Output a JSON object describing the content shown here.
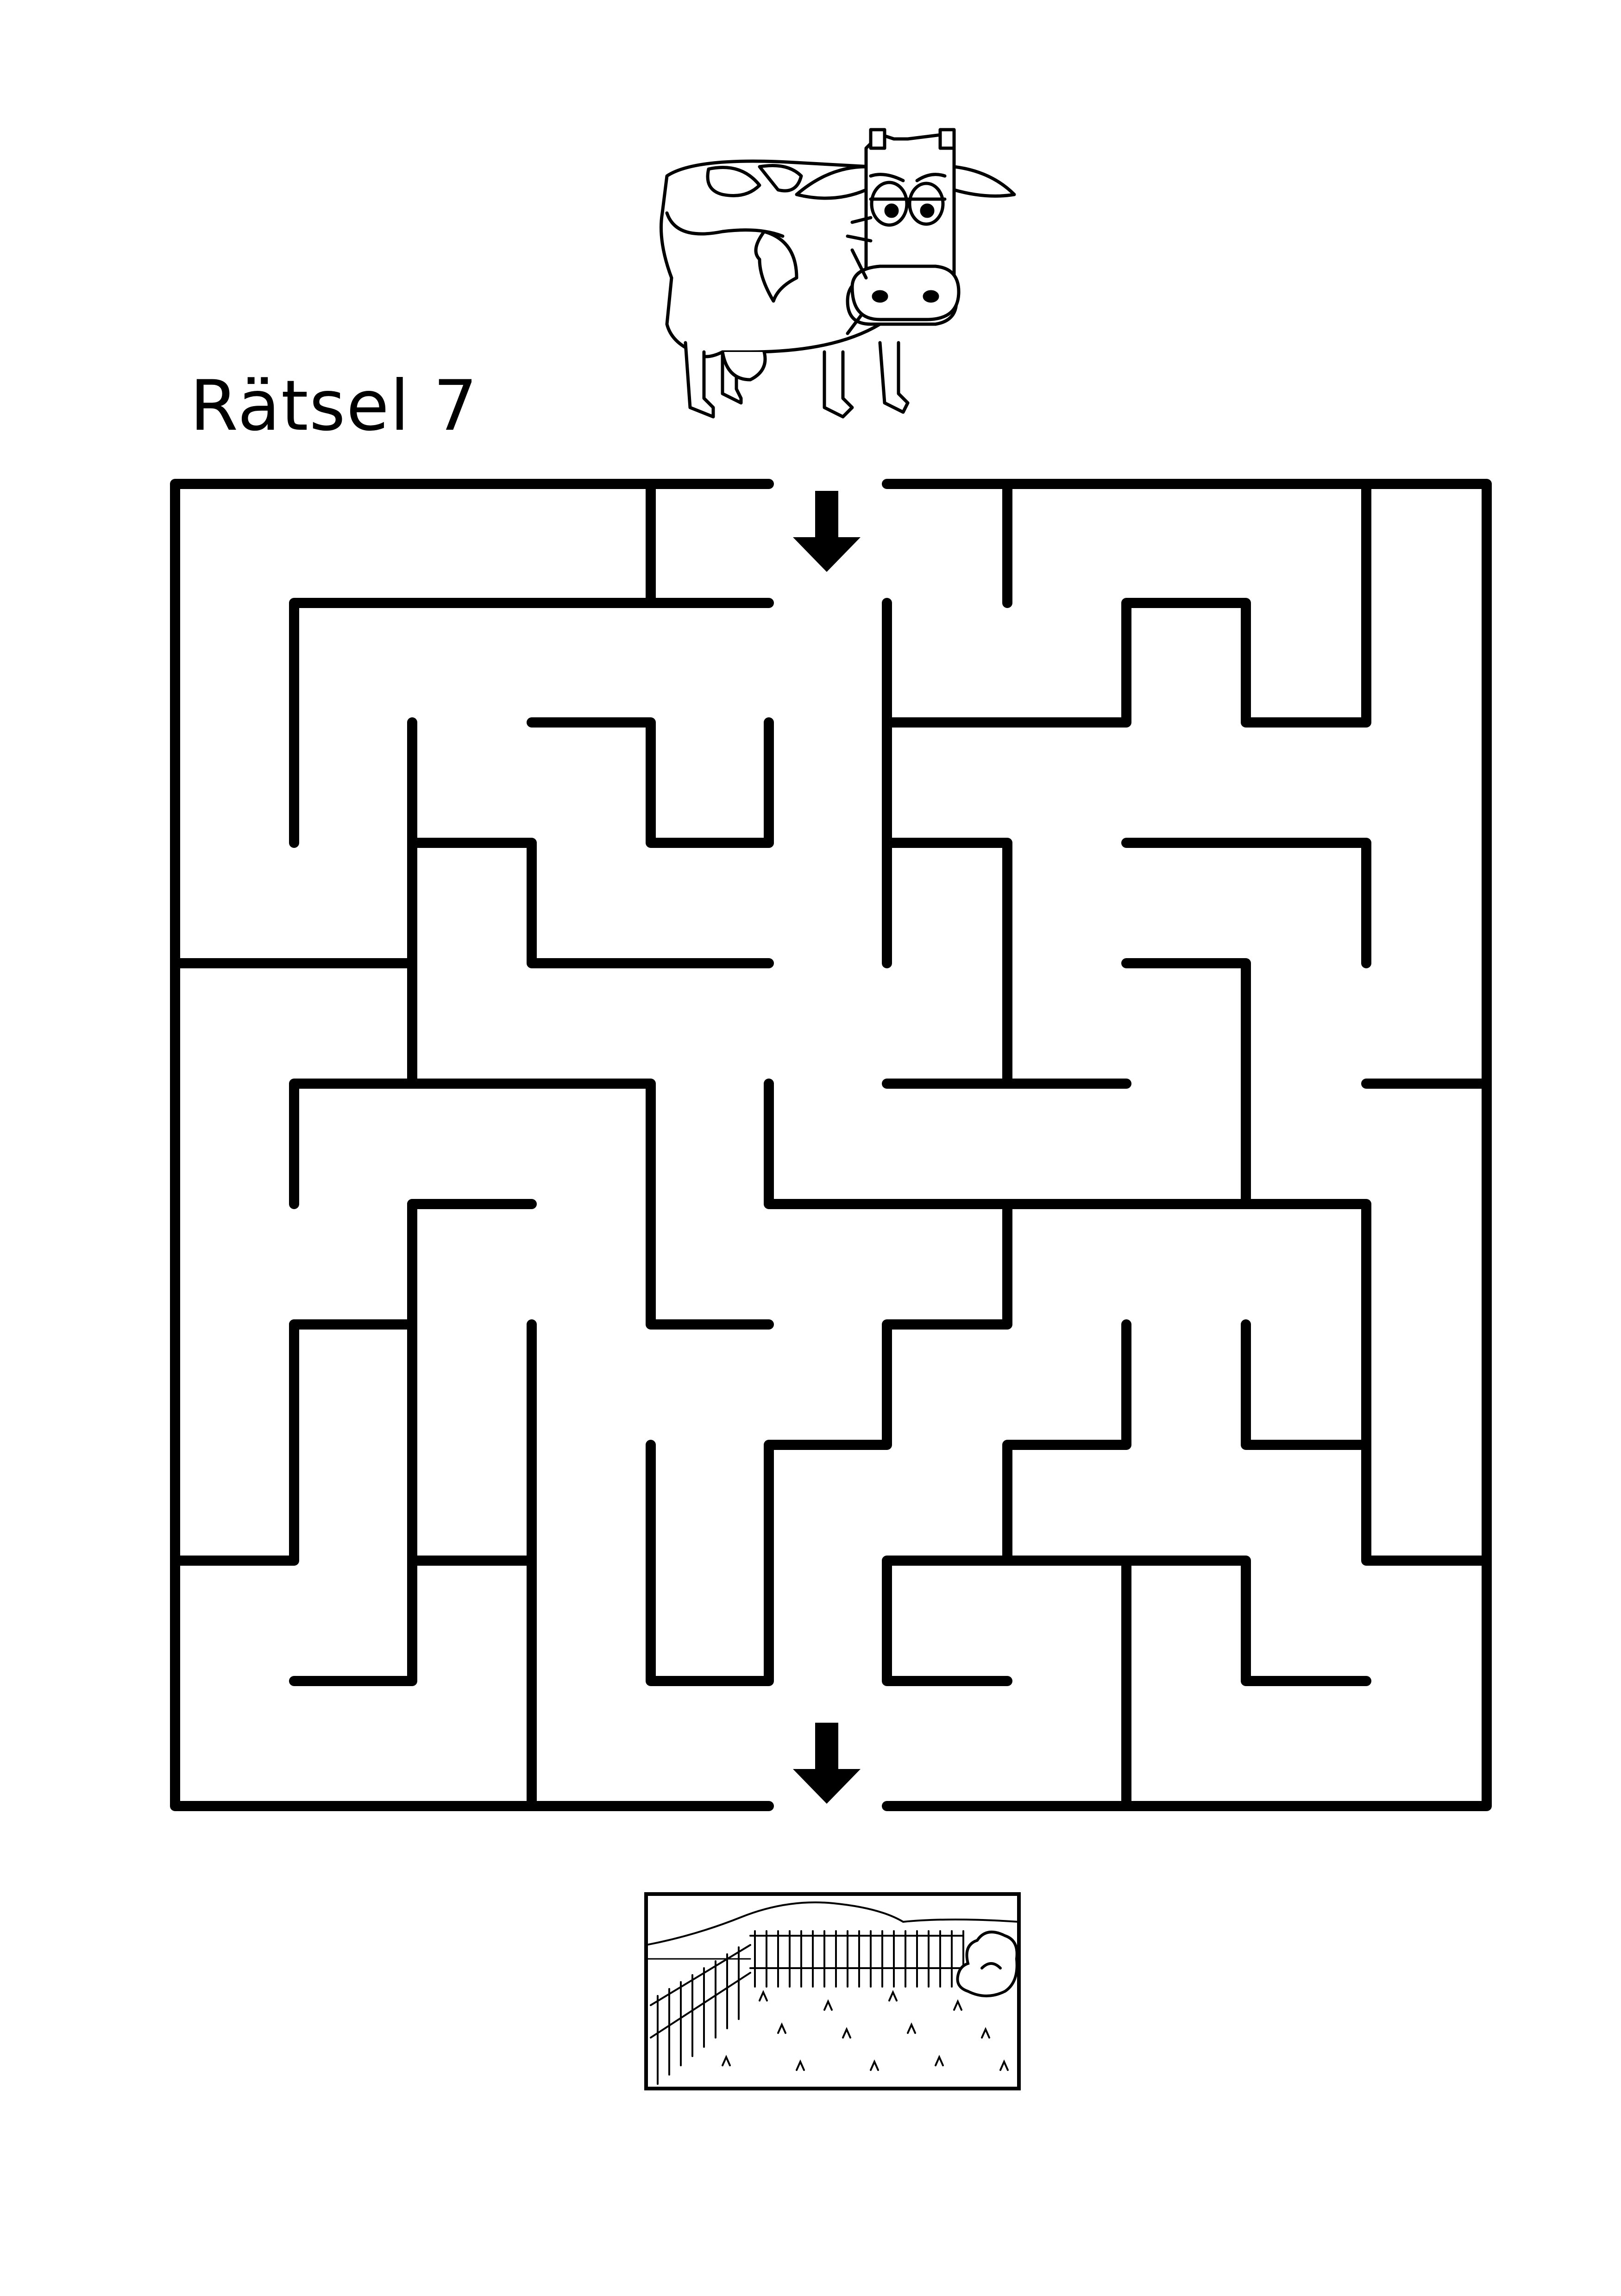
{
  "puzzle": {
    "title": "Rätsel 7"
  },
  "colors": {
    "ink": "#000000",
    "paper": "#ffffff"
  },
  "icons": {
    "start": "cow-illustration",
    "goal": "pasture-illustration",
    "entry_marker": "arrow-down-icon",
    "exit_marker": "arrow-down-icon"
  }
}
